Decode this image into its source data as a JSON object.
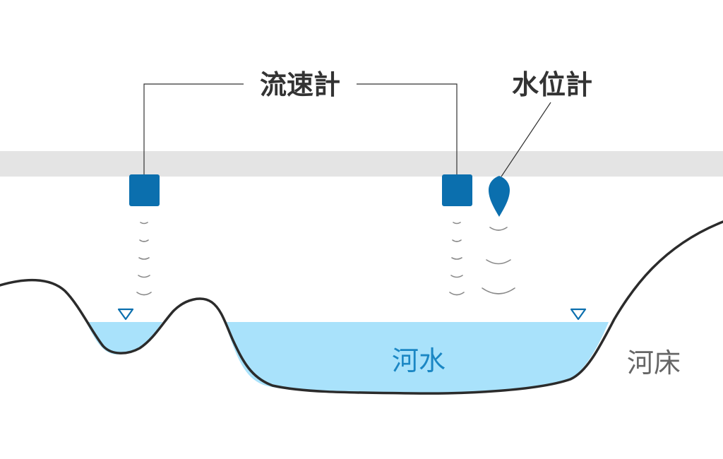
{
  "labels": {
    "current_meter": "流速計",
    "water_level_gauge": "水位計",
    "river_water": "河水",
    "riverbed": "河床"
  },
  "colors": {
    "sensor": "#0b6fae",
    "water": "#a9e2fb",
    "water_label": "#1b87c4",
    "bridge": "#e4e4e4",
    "terrain": "#2b2b2b",
    "wave": "#8a8a8a",
    "riverbed_label": "#666666",
    "heading_text": "#333333",
    "leader_line": "#333333"
  },
  "icons": {
    "sensor": "square-sensor-icon",
    "gauge": "teardrop-gauge-icon",
    "water_surface_marker": "inverted-triangle-icon",
    "signal": "sound-wave-icon"
  }
}
